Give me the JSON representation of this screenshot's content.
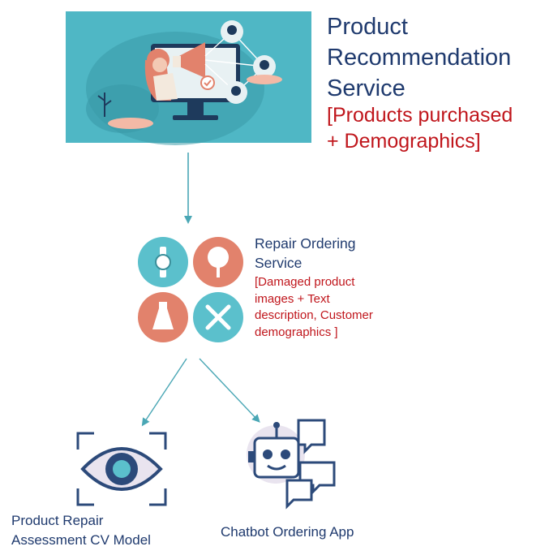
{
  "recommendation": {
    "title": "Product\nRecommendation\nService",
    "inputs": "[Products purchased\n+ Demographics]"
  },
  "repair": {
    "title": "Repair Ordering\nService",
    "inputs": "[Damaged product\nimages + Text\ndescription, Customer\ndemographics ]"
  },
  "cv_model": {
    "label": "Product Repair\nAssessment CV Model"
  },
  "chatbot": {
    "label": "Chatbot Ordering App"
  },
  "colors": {
    "title_blue": "#1f3a6e",
    "input_red": "#c0161c",
    "arrow_teal": "#4aa7b5",
    "hero_bg": "#4fb7c5",
    "icon_teal": "#5bc0cc",
    "icon_coral": "#e2826c",
    "icon_navy": "#2c4a7a"
  },
  "icons": [
    "megaphone-illustration",
    "watch-icon",
    "tree-icon",
    "dress-icon",
    "tools-icon",
    "eye-icon",
    "robot-icon",
    "chat-bubbles-icon"
  ]
}
